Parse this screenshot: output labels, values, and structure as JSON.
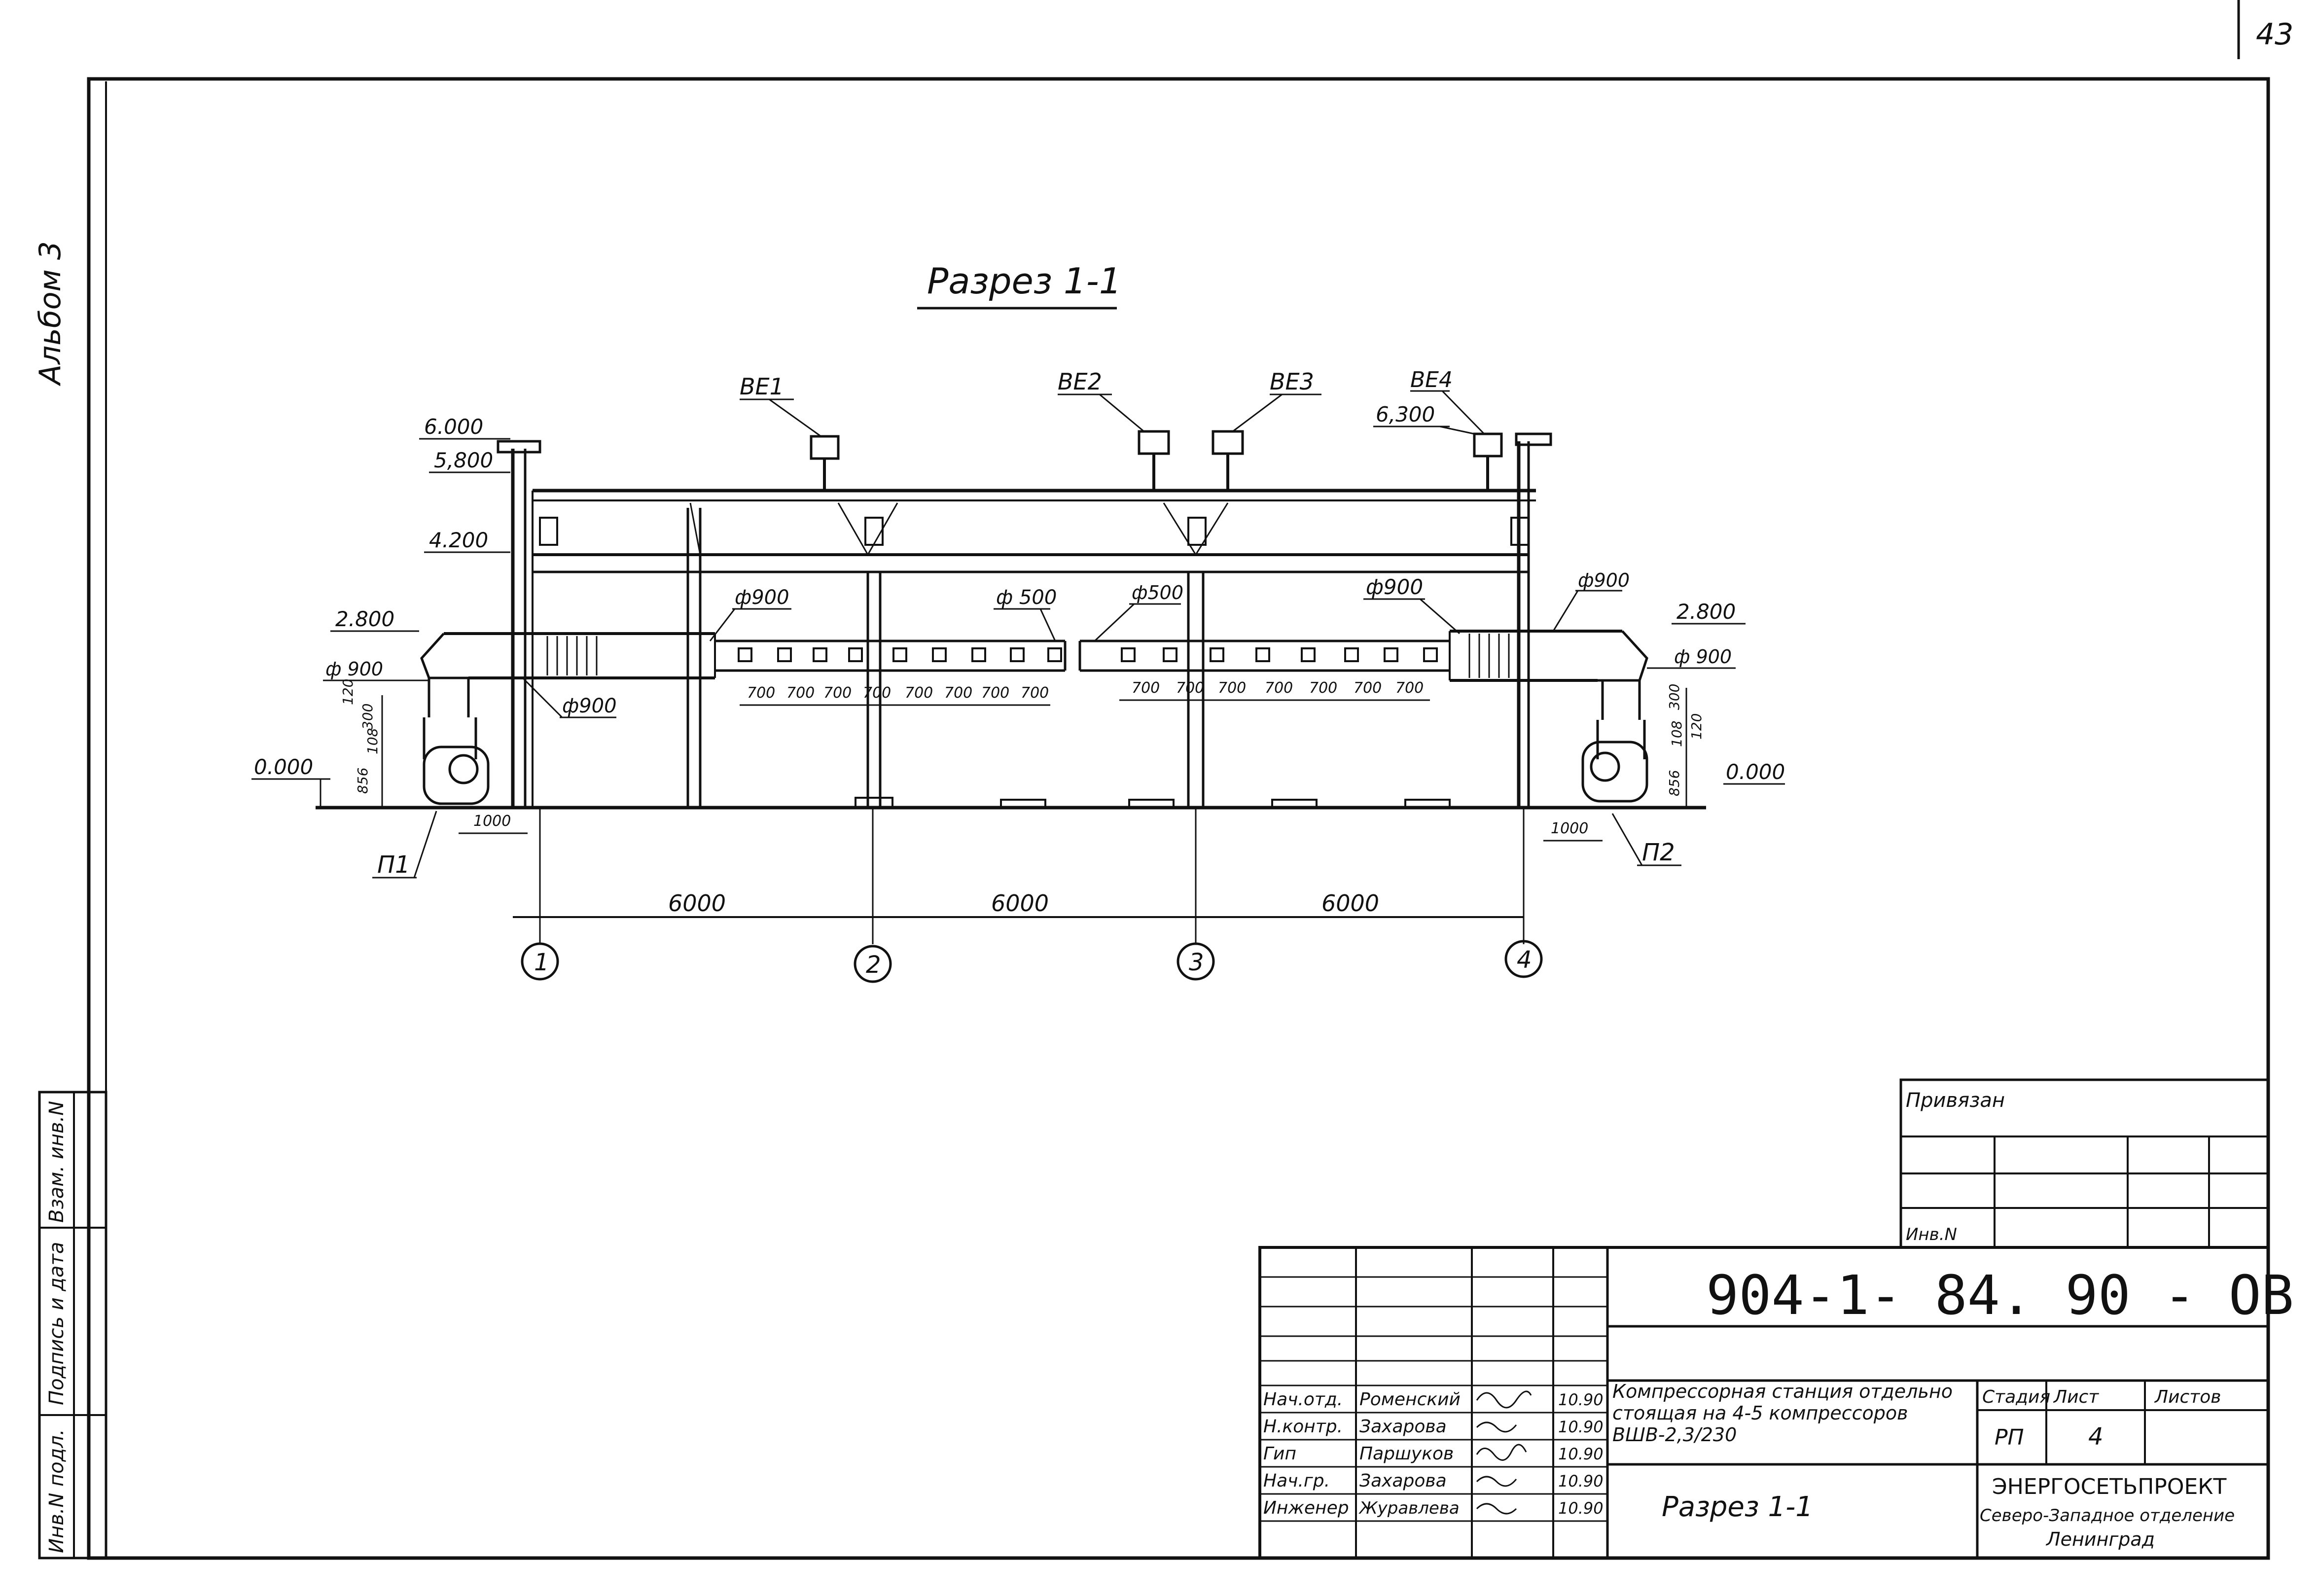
{
  "page_number": "43",
  "album_label": "Альбом 3",
  "section_title": "Разрез 1-1",
  "elevations": {
    "e6000": "6.000",
    "e5800": "5,800",
    "e4200": "4.200",
    "e2800_left": "2.800",
    "e2800_right": "2.800",
    "e0000_left": "0.000",
    "e0000_right": "0.000",
    "e6300": "6,300"
  },
  "fans": [
    "BE1",
    "BE2",
    "BE3",
    "BE4"
  ],
  "duct_labels": {
    "d900_top_left": "ф900",
    "d500_left": "ф 500",
    "d500_right": "ф500",
    "d900_top_right": "ф900",
    "d900_left_side": "ф 900",
    "d900_left_low": "ф900",
    "d900_right_top": "ф900",
    "d900_right_side": "ф 900"
  },
  "spacing_left": [
    "700",
    "700",
    "700",
    "700",
    "700",
    "700",
    "700",
    "700"
  ],
  "spacing_right": [
    "700",
    "700",
    "700",
    "700",
    "700",
    "700",
    "700"
  ],
  "vertical_dims": {
    "left": [
      "120",
      "300",
      "108",
      "856"
    ],
    "right": [
      "300",
      "108",
      "120",
      "856"
    ]
  },
  "small_dims": {
    "left_1000": "1000",
    "right_1000": "1000"
  },
  "unit_labels": {
    "left": "П1",
    "right": "П2"
  },
  "span_dims": [
    "6000",
    "6000",
    "6000"
  ],
  "axes": [
    "1",
    "2",
    "3",
    "4"
  ],
  "title_block": {
    "privyazan": "Привязан",
    "inv_n": "Инв.N",
    "doc_code": "904-1- 84. 90 - ОВ",
    "description": "Компрессорная станция отдельно стоящая на 4-5 компрессоров ВШВ-2,3/230",
    "sheet_title": "Разрез 1-1",
    "stage_header": "Стадия",
    "sheet_header": "Лист",
    "sheets_header": "Листов",
    "stage": "РП",
    "sheet": "4",
    "sheets": "",
    "org_name": "ЭНЕРГОСЕТЬПРОЕКТ",
    "org_division": "Северо-Западное отделение",
    "org_city": "Ленинград",
    "signers": [
      {
        "role": "Нач.отд.",
        "name": "Роменский",
        "date": "10.90"
      },
      {
        "role": "Н.контр.",
        "name": "Захарова",
        "date": "10.90"
      },
      {
        "role": "Гип",
        "name": "Паршуков",
        "date": "10.90"
      },
      {
        "role": "Нач.гр.",
        "name": "Захарова",
        "date": "10.90"
      },
      {
        "role": "Инженер",
        "name": "Журавлева",
        "date": "10.90"
      }
    ]
  },
  "side_stamp": [
    "Инв.N подл.",
    "Подпись и дата",
    "Взам. инв.N"
  ]
}
